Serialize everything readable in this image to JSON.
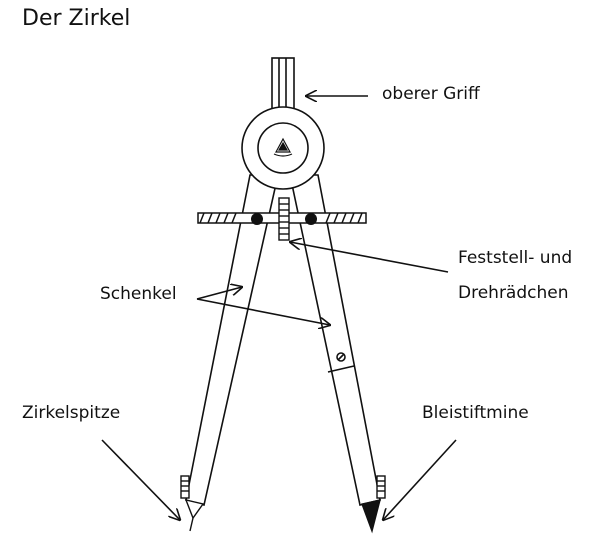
{
  "title": "Der Zirkel",
  "labels": {
    "oberer_griff": "oberer Griff",
    "feststell_line1": "Feststell- und",
    "feststell_line2": "Drehrädchen",
    "schenkel": "Schenkel",
    "zirkelspitze": "Zirkelspitze",
    "bleistiftmine": "Bleistiftmine"
  },
  "colors": {
    "ink": "#111111",
    "background": "#ffffff"
  },
  "icons": [
    "compass-logo-icon"
  ]
}
